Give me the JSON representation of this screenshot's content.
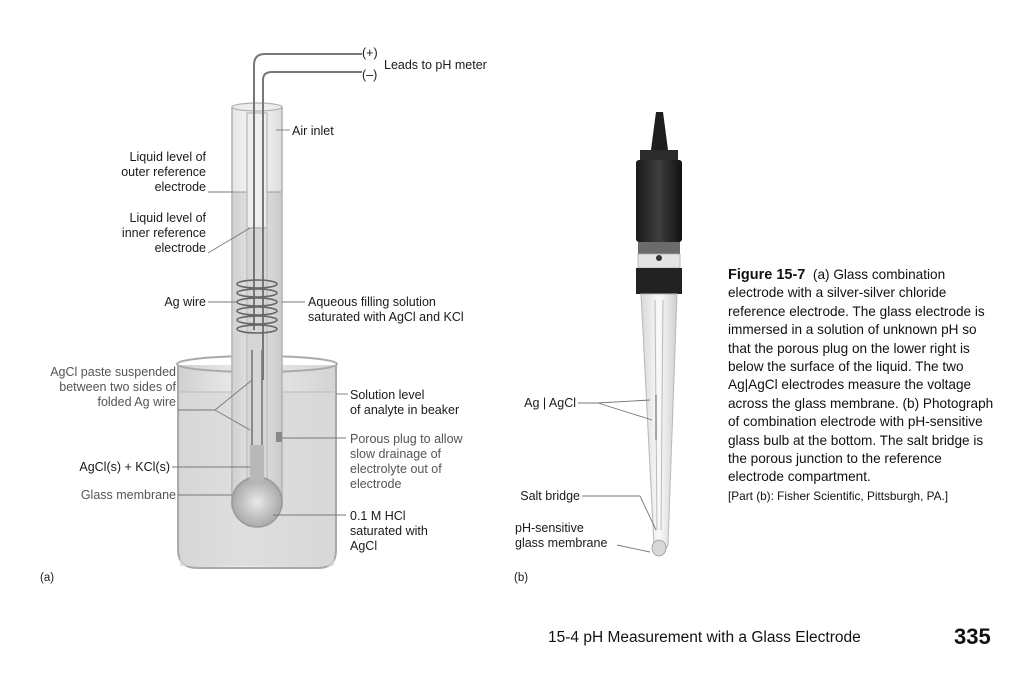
{
  "figure_a": {
    "panel_label": "(a)",
    "labels": {
      "plus": "(+)",
      "minus": "(–)",
      "leads": "Leads to pH meter",
      "air_inlet": "Air inlet",
      "outer_level": [
        "Liquid level of",
        "outer reference",
        "electrode"
      ],
      "inner_level": [
        "Liquid level of",
        "inner reference",
        "electrode"
      ],
      "ag_wire": "Ag wire",
      "aqueous": [
        "Aqueous filling solution",
        "saturated with AgCl and KCl"
      ],
      "agcl_paste": [
        "AgCl paste suspended",
        "between two sides of",
        "folded Ag wire"
      ],
      "solution_level": [
        "Solution level",
        "of analyte in beaker"
      ],
      "porous_plug": [
        "Porous plug to allow",
        "slow drainage of",
        "electrolyte out of",
        "electrode"
      ],
      "agcl_kcl": "AgCl(s) + KCl(s)",
      "glass_membrane": "Glass membrane",
      "hcl": [
        "0.1 M HCl",
        "saturated with",
        "AgCl"
      ]
    }
  },
  "figure_b": {
    "panel_label": "(b)",
    "labels": {
      "ag_agcl": "Ag | AgCl",
      "salt_bridge": "Salt bridge",
      "ph_membrane": [
        "pH-sensitive",
        "glass membrane"
      ]
    }
  },
  "caption": {
    "figure_number": "Figure 15-7",
    "text": "(a) Glass combination electrode with a silver-silver chloride reference electrode. The glass electrode is immersed in a solution of unknown pH so that the porous plug on the lower right is below the surface of the liquid. The two Ag|AgCl electrodes measure the voltage across the glass membrane. (b) Photograph of combination electrode with pH-sensitive glass bulb at the bottom. The salt bridge is the porous junction to the reference electrode compartment.",
    "credit": "[Part (b): Fisher Scientific, Pittsburgh, PA.]"
  },
  "footer": {
    "section": "15-4  pH Measurement with a Glass Electrode",
    "page_number": "335"
  }
}
